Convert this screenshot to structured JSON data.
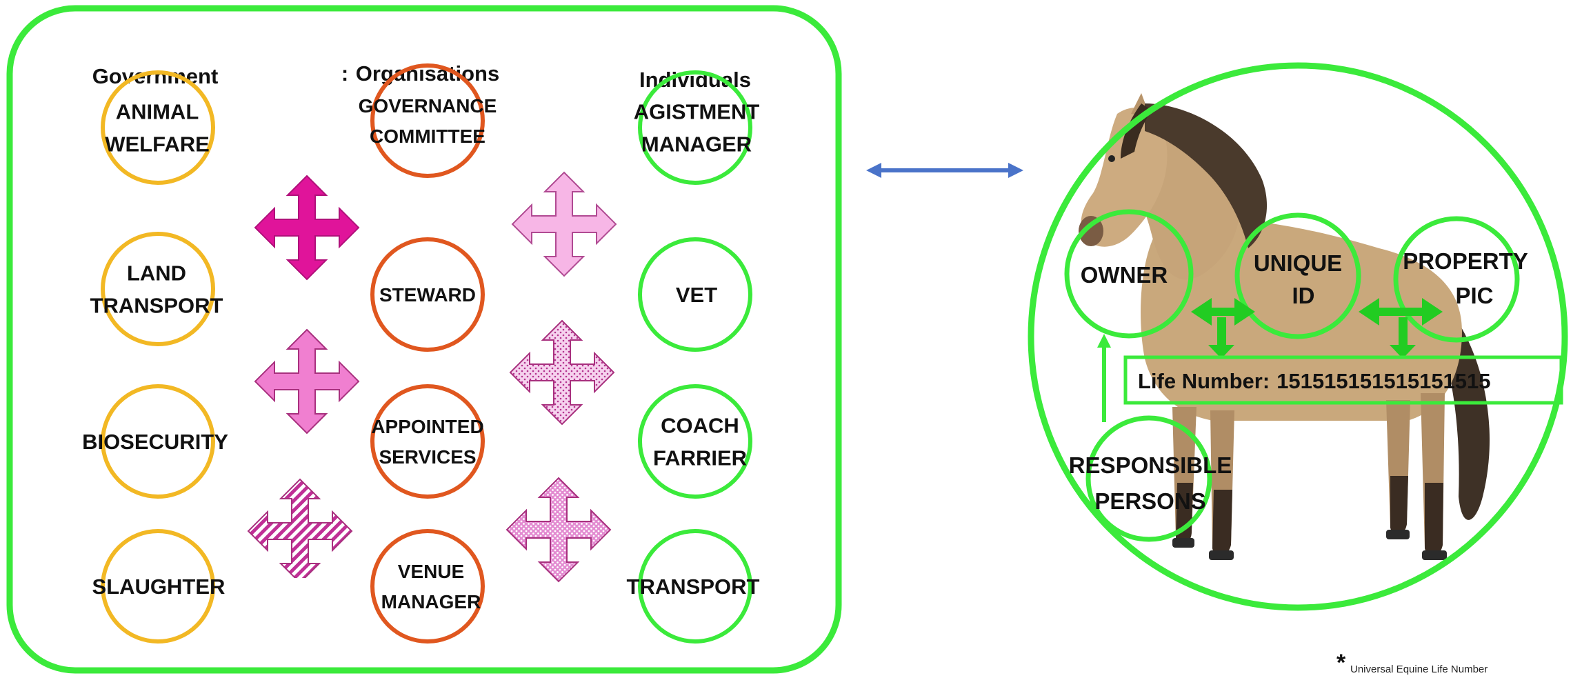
{
  "left_panel": {
    "headers": {
      "government": "Government",
      "organisations_prefix": ":",
      "organisations": "Organisations",
      "individuals": "Individuals"
    },
    "government": [
      {
        "lines": [
          "ANIMAL",
          "WELFARE"
        ]
      },
      {
        "lines": [
          "LAND",
          "TRANSPORT"
        ]
      },
      {
        "lines": [
          "BIOSECURITY"
        ]
      },
      {
        "lines": [
          "SLAUGHTER"
        ]
      }
    ],
    "organisations": [
      {
        "lines": [
          "GOVERNANCE",
          "COMMITTEE"
        ]
      },
      {
        "lines": [
          "STEWARD"
        ]
      },
      {
        "lines": [
          "APPOINTED",
          "SERVICES"
        ]
      },
      {
        "lines": [
          "VENUE",
          "MANAGER"
        ]
      }
    ],
    "individuals": [
      {
        "lines": [
          "AGISTMENT",
          "MANAGER"
        ]
      },
      {
        "lines": [
          "VET"
        ]
      },
      {
        "lines": [
          "COACH",
          "FARRIER"
        ]
      },
      {
        "lines": [
          "TRANSPORT"
        ]
      }
    ]
  },
  "right_panel": {
    "owner": "OWNER",
    "unique_id": [
      "UNIQUE",
      "ID"
    ],
    "property_pic": [
      "PROPERTY",
      "PIC"
    ],
    "life_number_label": "Life Number:",
    "life_number_value": "151515151515151515",
    "responsible_persons": [
      "RESPONSIBLE",
      "PERSONS"
    ],
    "footnote_marker": "*",
    "footnote": "Universal Equine Life Number"
  },
  "colors": {
    "panel_border": "#3bea3b",
    "government_circle": "#f2b824",
    "organisation_circle": "#e0571f",
    "individual_circle": "#3bea3b",
    "connector_arrow": "#4a73c9",
    "magenta": "#e0149a",
    "pink": "#f39ad6",
    "horse_coat": "#c9a87c",
    "mane": "#4a3a2c"
  },
  "icons": [
    "four-way-arrow-icon",
    "double-headed-arrow-icon",
    "horse-image"
  ]
}
